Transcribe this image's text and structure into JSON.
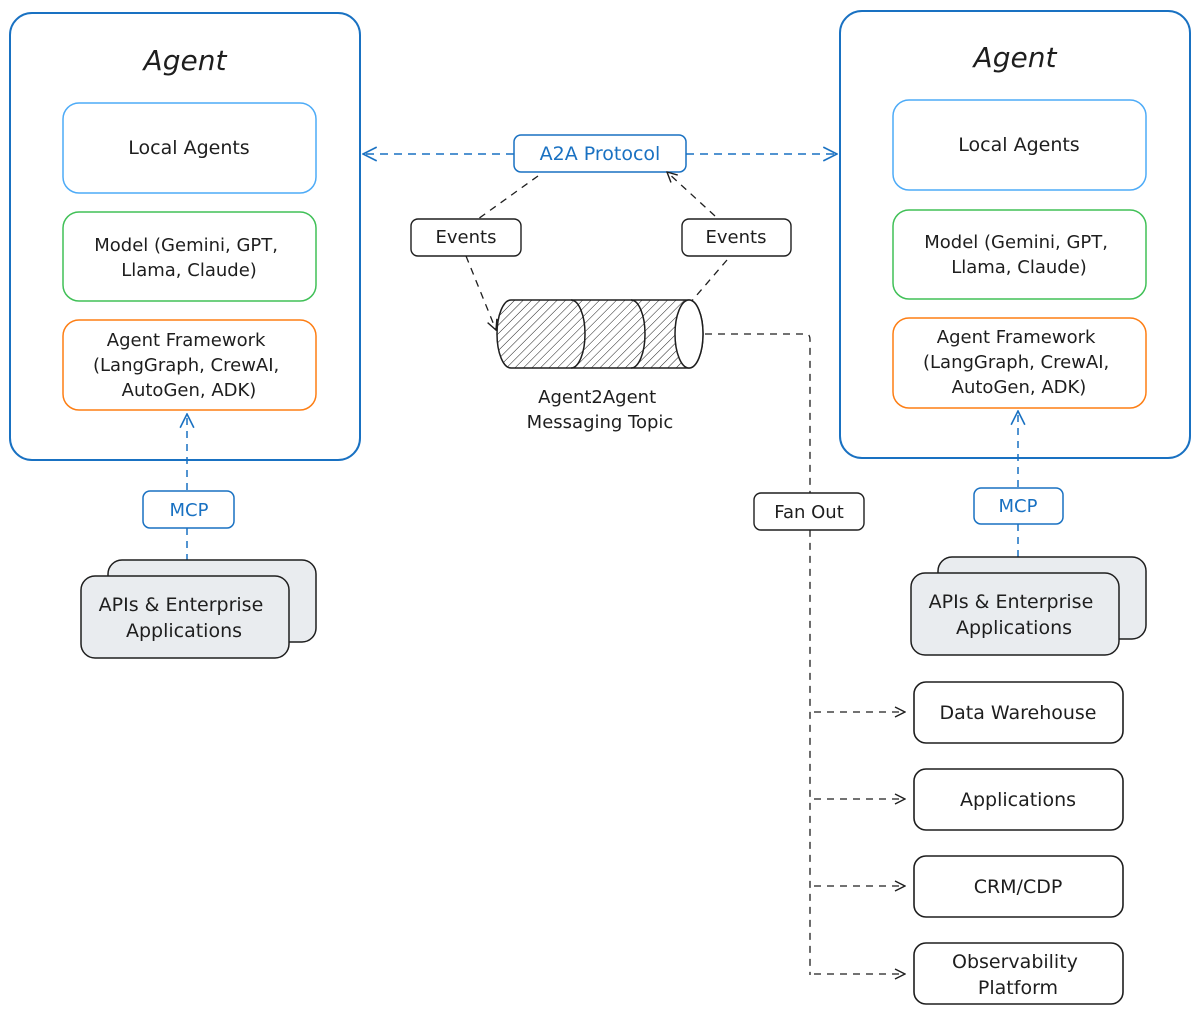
{
  "left_agent": {
    "title": "Agent",
    "local_agents": "Local Agents",
    "model": [
      "Model (Gemini, GPT,",
      "Llama, Claude)"
    ],
    "framework": [
      "Agent Framework",
      "(LangGraph, CrewAI,",
      "AutoGen, ADK)"
    ],
    "mcp": "MCP",
    "apis": [
      "APIs & Enterprise",
      "Applications"
    ]
  },
  "right_agent": {
    "title": "Agent",
    "local_agents": "Local Agents",
    "model": [
      "Model (Gemini, GPT,",
      "Llama, Claude)"
    ],
    "framework": [
      "Agent Framework",
      "(LangGraph, CrewAI,",
      "AutoGen, ADK)"
    ],
    "mcp": "MCP",
    "apis": [
      "APIs & Enterprise",
      "Applications"
    ]
  },
  "center": {
    "protocol": "A2A Protocol",
    "events_left": "Events",
    "events_right": "Events",
    "topic": [
      "Agent2Agent",
      "Messaging Topic"
    ],
    "fan_out": "Fan Out"
  },
  "destinations": [
    "Data Warehouse",
    "Applications",
    "CRM/CDP",
    [
      "Observability",
      "Platform"
    ]
  ],
  "colors": {
    "agent_border": "#1971c2",
    "local_agents_border": "#4dabf7",
    "model_border": "#40c057",
    "framework_border": "#fd7e14",
    "blue_text": "#1971c2",
    "apis_fill": "#e9ecef",
    "stroke": "#1e1e1e"
  }
}
